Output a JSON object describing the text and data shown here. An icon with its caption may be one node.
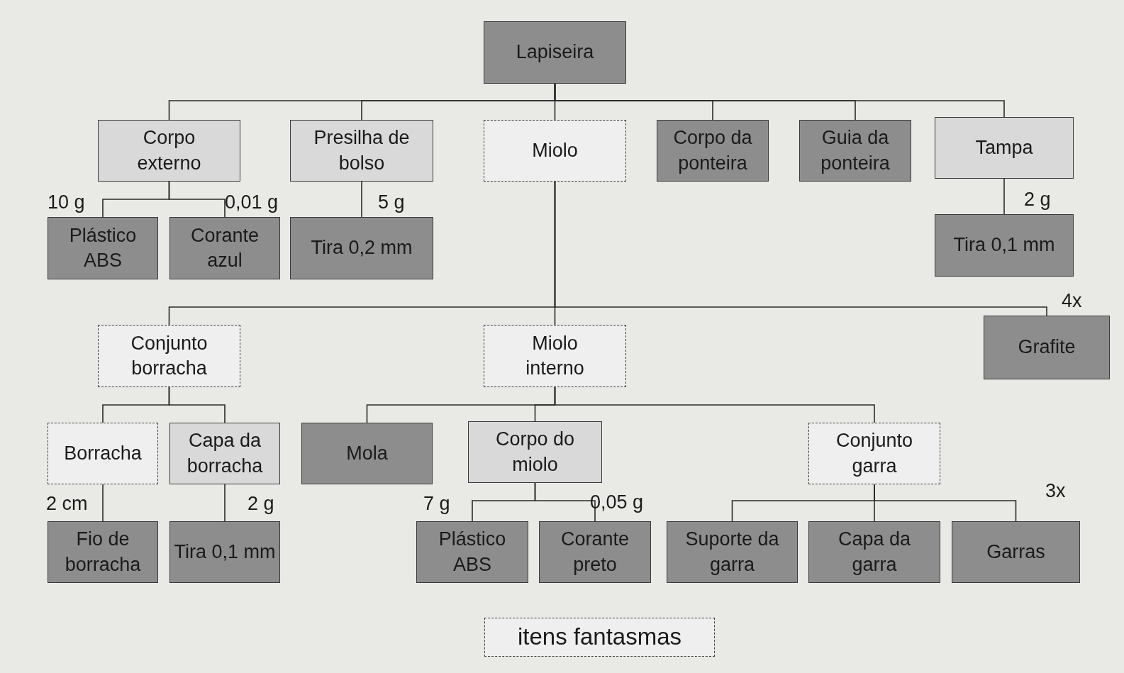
{
  "diagram": {
    "nodes": [
      {
        "text": [
          "Lapiseira"
        ]
      },
      {
        "text": [
          "Corpo externo"
        ]
      },
      {
        "text": [
          "Presilha de bolso"
        ]
      },
      {
        "text": [
          "Miolo"
        ]
      },
      {
        "text": [
          "Corpo da ponteira"
        ]
      },
      {
        "text": [
          "Guia da ponteira"
        ]
      },
      {
        "text": [
          "Tampa"
        ]
      },
      {
        "text": [
          "Plástico ABS"
        ],
        "beside": [
          "10 g"
        ]
      },
      {
        "text": [
          "Corante azul"
        ],
        "beside": [
          "0,01 g"
        ]
      },
      {
        "text": [
          "Tira 0,2 mm"
        ],
        "beside": [
          "5 g"
        ]
      },
      {
        "text": [
          "Tira 0,1 mm"
        ],
        "beside": [
          "2 g"
        ]
      },
      {
        "text": [
          "Conjunto borracha"
        ]
      },
      {
        "text": [
          "Miolo interno"
        ]
      },
      {
        "text": [
          "Grafite"
        ],
        "beside": [
          "4x"
        ]
      },
      {
        "text": [
          "Borracha"
        ]
      },
      {
        "text": [
          "Capa da borracha"
        ]
      },
      {
        "text": [
          "Mola"
        ]
      },
      {
        "text": [
          "Corpo do miolo"
        ]
      },
      {
        "text": [
          "Conjunto garra"
        ]
      },
      {
        "text": [
          "Fio de borracha"
        ],
        "beside": [
          "2 cm"
        ]
      },
      {
        "text": [
          "Tira 0,1 mm"
        ],
        "beside": [
          "2 g"
        ]
      },
      {
        "text": [
          "Plástico ABS"
        ],
        "beside": [
          "7 g"
        ]
      },
      {
        "text": [
          "Corante preto"
        ],
        "beside": [
          "0,05 g"
        ]
      },
      {
        "text": [
          "Suporte da garra"
        ]
      },
      {
        "text": [
          "Capa da garra"
        ]
      },
      {
        "text": [
          "Garras"
        ],
        "beside": [
          "3x"
        ]
      },
      {
        "text": [
          "itens fantasmas"
        ]
      }
    ],
    "edges": [
      {
        "from": 0,
        "to": 1,
        "arrow": "none"
      },
      {
        "from": 0,
        "to": 2,
        "arrow": "none"
      },
      {
        "from": 0,
        "to": 3,
        "arrow": "none"
      },
      {
        "from": 0,
        "to": 4,
        "arrow": "none"
      },
      {
        "from": 0,
        "to": 5,
        "arrow": "none"
      },
      {
        "from": 0,
        "to": 6,
        "arrow": "none"
      },
      {
        "from": 1,
        "to": 7,
        "arrow": "none"
      },
      {
        "from": 1,
        "to": 8,
        "arrow": "none"
      },
      {
        "from": 2,
        "to": 9,
        "arrow": "none"
      },
      {
        "from": 6,
        "to": 10,
        "arrow": "none"
      },
      {
        "from": 3,
        "to": 11,
        "arrow": "none"
      },
      {
        "from": 3,
        "to": 12,
        "arrow": "none"
      },
      {
        "from": 3,
        "to": 13,
        "arrow": "none"
      },
      {
        "from": 11,
        "to": 14,
        "arrow": "none"
      },
      {
        "from": 11,
        "to": 15,
        "arrow": "none"
      },
      {
        "from": 12,
        "to": 16,
        "arrow": "none"
      },
      {
        "from": 12,
        "to": 17,
        "arrow": "none"
      },
      {
        "from": 12,
        "to": 18,
        "arrow": "none"
      },
      {
        "from": 14,
        "to": 19,
        "arrow": "none"
      },
      {
        "from": 15,
        "to": 20,
        "arrow": "none"
      },
      {
        "from": 17,
        "to": 21,
        "arrow": "none"
      },
      {
        "from": 17,
        "to": 22,
        "arrow": "none"
      },
      {
        "from": 18,
        "to": 23,
        "arrow": "none"
      },
      {
        "from": 18,
        "to": 24,
        "arrow": "none"
      },
      {
        "from": 18,
        "to": 25,
        "arrow": "none"
      }
    ]
  }
}
